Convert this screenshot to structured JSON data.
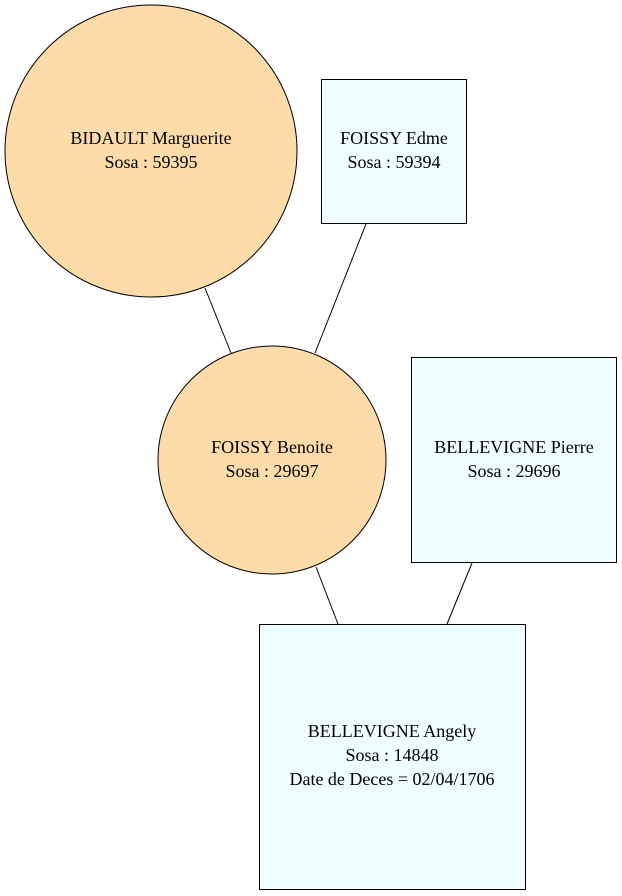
{
  "people": [
    {
      "id": "bidault-marguerite",
      "name": "BIDAULT Marguerite",
      "sosa": "Sosa : 59395",
      "sex": "female"
    },
    {
      "id": "foissy-edme",
      "name": "FOISSY Edme",
      "sosa": "Sosa : 59394",
      "sex": "male"
    },
    {
      "id": "foissy-benoite",
      "name": "FOISSY Benoite",
      "sosa": "Sosa : 29697",
      "sex": "female"
    },
    {
      "id": "bellevigne-pierre",
      "name": "BELLEVIGNE Pierre",
      "sosa": "Sosa : 29696",
      "sex": "male"
    },
    {
      "id": "bellevigne-angely",
      "name": "BELLEVIGNE Angely",
      "sosa": "Sosa : 14848",
      "death": "Date de Deces = 02/04/1706",
      "sex": "male"
    }
  ],
  "links": [
    [
      "bidault-marguerite",
      "foissy-benoite"
    ],
    [
      "foissy-edme",
      "foissy-benoite"
    ],
    [
      "foissy-benoite",
      "bellevigne-angely"
    ],
    [
      "bellevigne-pierre",
      "bellevigne-angely"
    ]
  ],
  "colors": {
    "female_fill": "#fddcaa",
    "male_fill": "#efffff",
    "stroke": "#000000"
  }
}
